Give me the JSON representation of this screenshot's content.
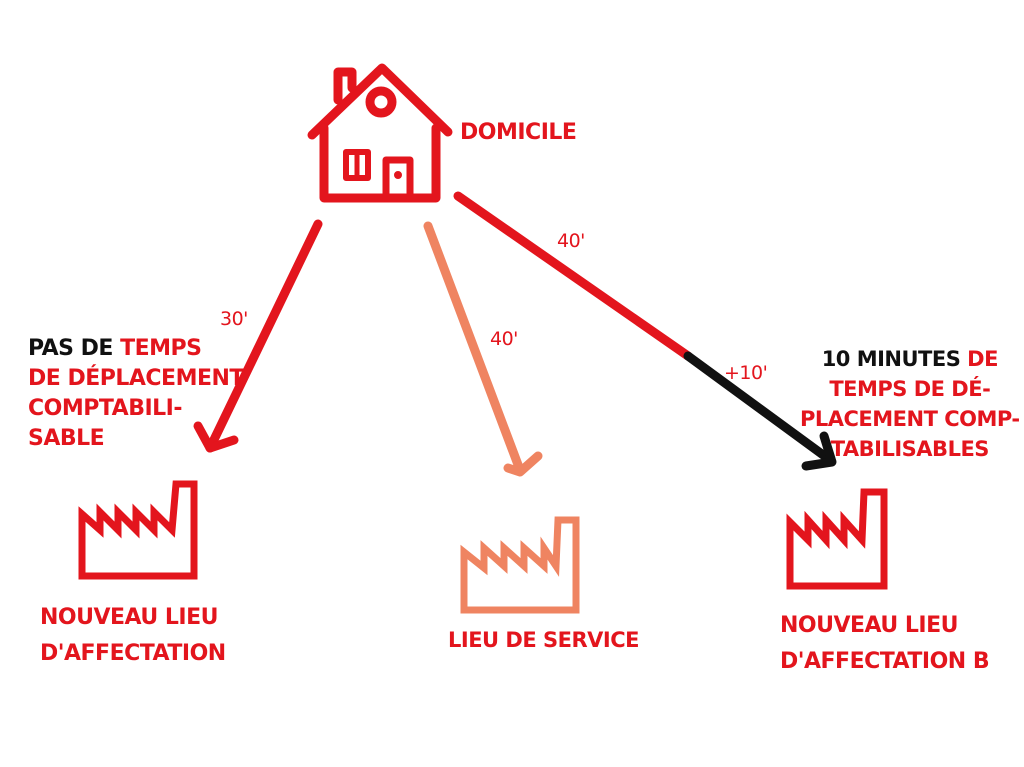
{
  "colors": {
    "red": "#e3151d",
    "salmon": "#ef8461",
    "black": "#111111"
  },
  "home": {
    "icon": "house-icon",
    "label": "Domicile"
  },
  "sites": {
    "left": {
      "icon": "factory-icon",
      "line1": "Nouveau lieu",
      "line2": "d'affectation"
    },
    "center": {
      "icon": "factory-icon",
      "label": "Lieu de service"
    },
    "right": {
      "icon": "factory-icon",
      "line1": "Nouveau lieu",
      "line2": "d'affectation B"
    }
  },
  "durations": {
    "left": "30'",
    "center": "40'",
    "right": "40'",
    "extra": "+10'"
  },
  "notes": {
    "left": {
      "highlight": "Pas de",
      "rest1": "temps",
      "line2": "de déplacement",
      "line3": "comptabili-",
      "line4": "sable"
    },
    "right": {
      "highlight": "10 minutes",
      "rest1": "de",
      "line2": "temps de dé-",
      "line3": "placement comp-",
      "line4": "tabilisables"
    }
  }
}
